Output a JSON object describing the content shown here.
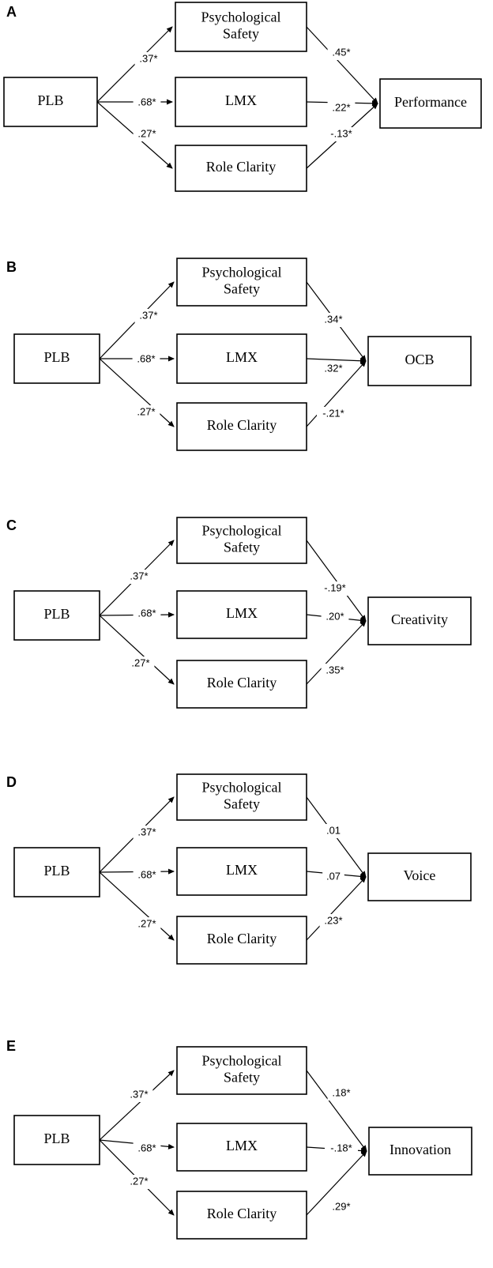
{
  "panels": [
    {
      "label": "A",
      "predictor": "PLB",
      "mediators": [
        [
          "Psychological",
          "Safety"
        ],
        [
          "LMX"
        ],
        [
          "Role Clarity"
        ]
      ],
      "outcome": "Performance",
      "a_paths": [
        ".37*",
        ".68*",
        ".27*"
      ],
      "b_paths": [
        ".45*",
        ".22*",
        "-.13*"
      ]
    },
    {
      "label": "B",
      "predictor": "PLB",
      "mediators": [
        [
          "Psychological",
          "Safety"
        ],
        [
          "LMX"
        ],
        [
          "Role Clarity"
        ]
      ],
      "outcome": "OCB",
      "a_paths": [
        ".37*",
        ".68*",
        ".27*"
      ],
      "b_paths": [
        ".34*",
        ".32*",
        "-.21*"
      ]
    },
    {
      "label": "C",
      "predictor": "PLB",
      "mediators": [
        [
          "Psychological",
          "Safety"
        ],
        [
          "LMX"
        ],
        [
          "Role Clarity"
        ]
      ],
      "outcome": "Creativity",
      "a_paths": [
        ".37*",
        ".68*",
        ".27*"
      ],
      "b_paths": [
        "-.19*",
        ".20*",
        ".35*"
      ]
    },
    {
      "label": "D",
      "predictor": "PLB",
      "mediators": [
        [
          "Psychological",
          "Safety"
        ],
        [
          "LMX"
        ],
        [
          "Role Clarity"
        ]
      ],
      "outcome": "Voice",
      "a_paths": [
        ".37*",
        ".68*",
        ".27*"
      ],
      "b_paths": [
        ".01",
        ".07",
        ".23*"
      ]
    },
    {
      "label": "E",
      "predictor": "PLB",
      "mediators": [
        [
          "Psychological",
          "Safety"
        ],
        [
          "LMX"
        ],
        [
          "Role Clarity"
        ]
      ],
      "outcome": "Innovation",
      "a_paths": [
        ".37*",
        ".68*",
        ".27*"
      ],
      "b_paths": [
        ".18*",
        "-.18*",
        ".29*"
      ]
    }
  ]
}
